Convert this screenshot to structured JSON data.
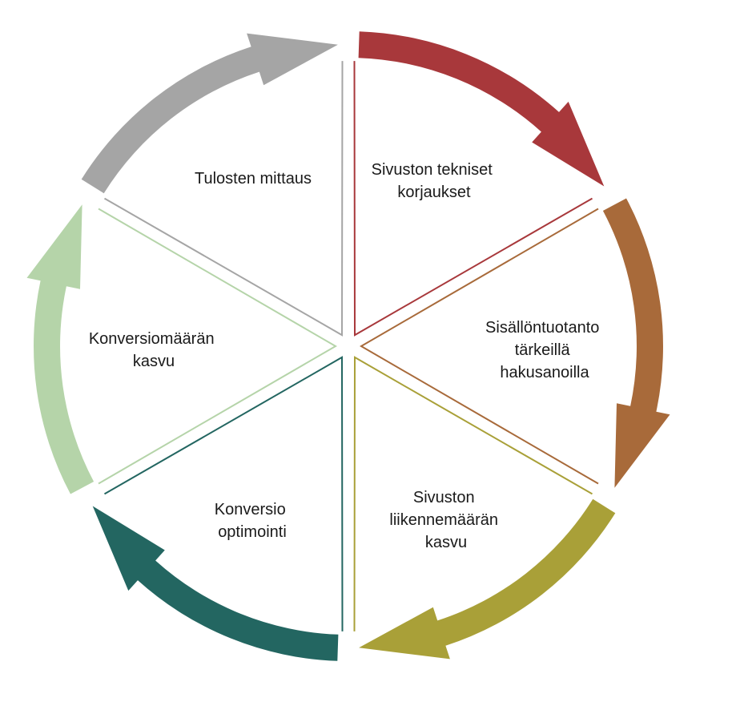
{
  "segments": [
    {
      "label_lines": [
        "Sivuston tekniset",
        "korjaukset"
      ],
      "color": "#A8383B"
    },
    {
      "label_lines": [
        "Sisällöntuotanto",
        "tärkeillä",
        "hakusanoilla"
      ],
      "color": "#A86A3A"
    },
    {
      "label_lines": [
        "Sivuston",
        "liikennemäärän",
        "kasvu"
      ],
      "color": "#A9A038"
    },
    {
      "label_lines": [
        "Konversio",
        "optimointi"
      ],
      "color": "#236661"
    },
    {
      "label_lines": [
        "Konversiomäärän",
        "kasvu"
      ],
      "color": "#B5D4A9"
    },
    {
      "label_lines": [
        "Tulosten mittaus"
      ],
      "color": "#A5A5A5"
    }
  ]
}
